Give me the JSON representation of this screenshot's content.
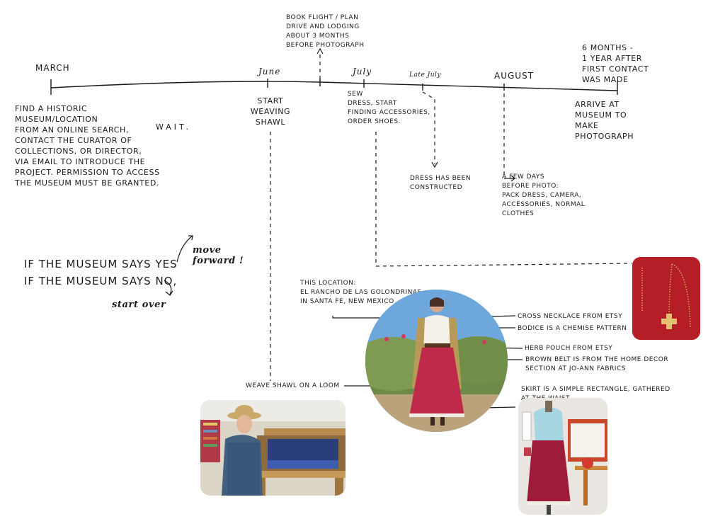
{
  "timeline": {
    "months": {
      "march": "MARCH",
      "june": "June",
      "july": "July",
      "late_july": "Late July",
      "august": "AUGUST"
    },
    "steps": {
      "march_step": "Find a historic\nmuseum/location\nfrom an online search,\ncontact the curator of\ncollections, or director,\nvia email to introduce the\nproject. Permission to access\nthe museum must be granted.",
      "wait": "WAIT.",
      "june_step": "Start\nweaving\nshawl",
      "book_flight": "Book flight / plan\ndrive and lodging\nabout 3 months\nbefore photograph",
      "july_step": "Sew\ndress, start\nfinding accessories,\norder shoes.",
      "dress_constructed": "Dress has been\nconstructed",
      "august_step": "A few days\nbefore photo:\npack dress, camera,\naccessories, normal\nclothes",
      "end_time": "6 months -\n1 year after\nfirst contact\nwas        made",
      "arrive": "Arrive at\nmuseum to\nmake photograph"
    }
  },
  "museum_decision": {
    "yes_text": "IF THE MUSEUM SAYS YES",
    "no_text": "IF THE MUSEUM SAYS NO,",
    "move_forward": "move\nforward !",
    "start_over": "start over"
  },
  "location": {
    "label": "This location:\nEl Rancho de las Golondrinas\nin Santa Fe, New Mexico"
  },
  "annotations": {
    "weave_shawl": "Weave shawl on a loom",
    "cross_necklace": "Cross necklace from Etsy",
    "bodice": "Bodice is a chemise pattern",
    "herb_pouch": "Herb pouch from Etsy",
    "brown_belt": "Brown belt is from the home decor\nsection at Jo-Ann Fabrics",
    "skirt": "Skirt is a simple rectangle, gathered\n                       at the waist.\nWhite trim\nadded following\nskirt's construction"
  },
  "colors": {
    "ink": "#1a1a1a",
    "skirt_red": "#b01e3a",
    "necklace_bg": "#b71c25",
    "shawl_tan": "#b79a58"
  }
}
